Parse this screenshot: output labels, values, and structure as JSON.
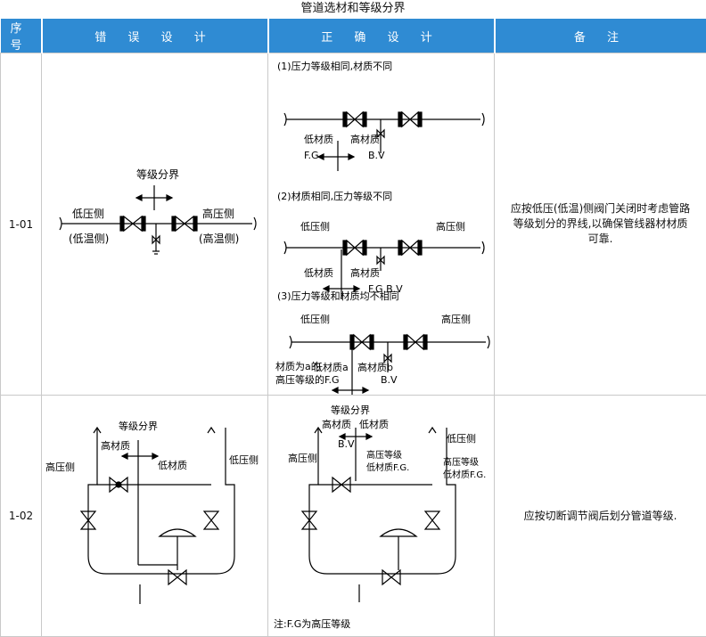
{
  "title": "管道选材和等级分界",
  "headers": {
    "seq": "序  号",
    "wrong": "错 误 设 计",
    "correct": "正 确 设 计",
    "note": "备   注"
  },
  "rows": [
    {
      "seq": "1-01",
      "wrong": {
        "boundary": "等级分界",
        "low_side": "低压侧",
        "low_temp": "(低温侧)",
        "high_side": "高压侧",
        "high_temp": "(高温侧)"
      },
      "correct": {
        "case1": "(1)压力等级相同,材质不同",
        "case1_low_mat": "低材质",
        "case1_high_mat": "高材质",
        "case1_fg": "F.G",
        "case1_bv": "B.V",
        "case2": "(2)材质相同,压力等级不同",
        "case2_low_side": "低压侧",
        "case2_high_side": "高压侧",
        "case2_low_mat": "低材质",
        "case2_high_mat": "高材质",
        "case2_fgbv": "F.G.B.V",
        "case3": "(3)压力等级和材质均不相同",
        "case3_low_side": "低压侧",
        "case3_high_side": "高压侧",
        "case3_low_mat": "低材质a",
        "case3_high_mat": "高材质b",
        "case3_bv": "B.V",
        "case3_note1": "材质为a的",
        "case3_note2": "高压等级的F.G"
      },
      "note": "应按低压(低温)侧阀门关闭时考虑管路等级划分的界线,以确保管线器材材质可靠."
    },
    {
      "seq": "1-02",
      "wrong": {
        "boundary": "等级分界",
        "high_mat": "高材质",
        "low_mat": "低材质",
        "high_side": "高压侧",
        "low_side": "低压侧"
      },
      "correct": {
        "boundary": "等级分界",
        "high_mat": "高材质",
        "low_mat": "低材质",
        "bv": "B.V",
        "high_side": "高压侧",
        "low_side": "低压侧",
        "hp_grade1": "高压等级",
        "low_fg1": "低材质F.G.",
        "hp_grade2": "高压等级",
        "low_fg2": "低材质F.G.",
        "footnote": "注:F.G为高压等级"
      },
      "note": "应按切断调节阀后划分管道等级."
    }
  ]
}
